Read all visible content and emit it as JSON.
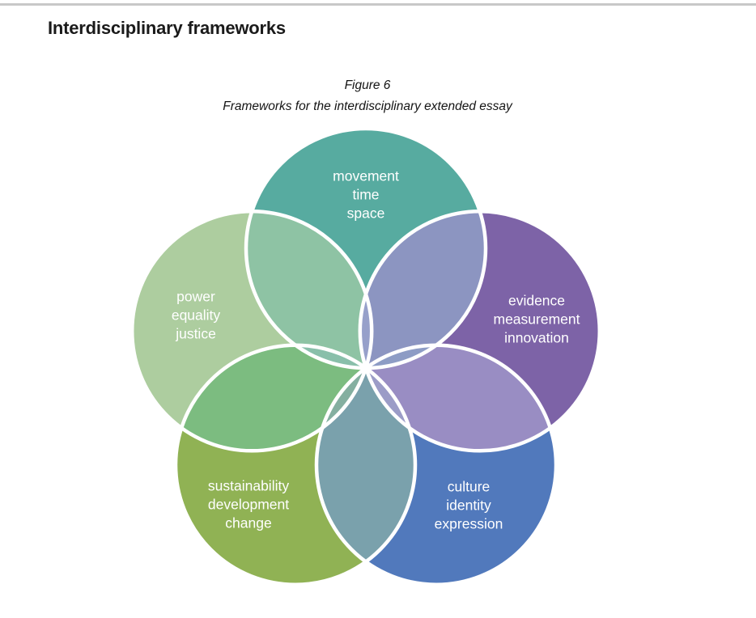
{
  "page": {
    "heading": "Interdisciplinary frameworks",
    "figure_label": "Figure 6",
    "figure_caption": "Frameworks for the interdisciplinary extended essay"
  },
  "venn": {
    "labels": {
      "top": [
        "movement",
        "time",
        "space"
      ],
      "right": [
        "evidence",
        "measurement",
        "innovation"
      ],
      "bottom_right": [
        "culture",
        "identity",
        "expression"
      ],
      "bottom_left": [
        "sustainability",
        "development",
        "change"
      ],
      "left": [
        "power",
        "equality",
        "justice"
      ]
    },
    "colors": {
      "top": "#57aba0",
      "right": "#7d63a7",
      "bottom_right": "#5179bc",
      "bottom_left": "#90b254",
      "left": "#adcd9f",
      "overlap_top_left": "#8ec3a4",
      "overlap_top_right": "#8c95c1",
      "overlap_right_bottom_right": "#998dc3",
      "overlap_bottom_left_bottom_right": "#7aa1ac",
      "overlap_left_bottom_left": "#7cbc80",
      "overlap_left_right": "#97a0ca",
      "overlap_top_bottom_right": "#8d9cc5",
      "overlap_top_bottom_left": "#89bfaa",
      "overlap_right_bottom_left": "#9b9cc7",
      "overlap_left_bottom_right": "#84afa0",
      "stroke": "#ffffff",
      "top_rule": "#c8c8c8"
    }
  }
}
